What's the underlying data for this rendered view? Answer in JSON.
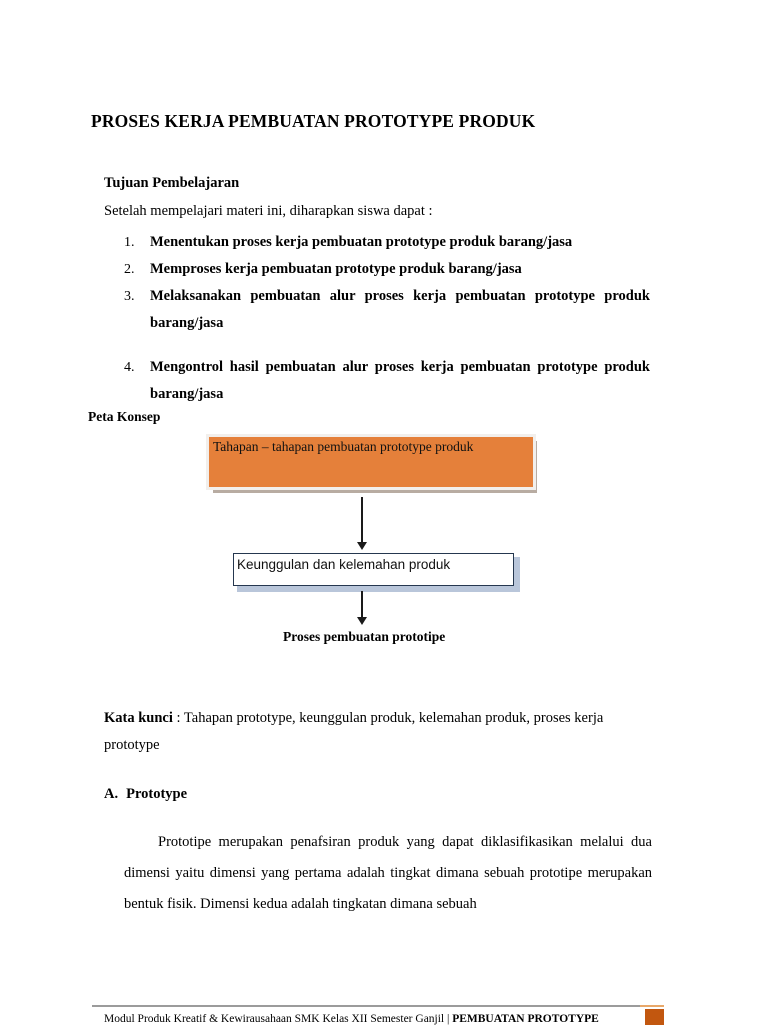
{
  "document": {
    "title": "PROSES KERJA PEMBUATAN PROTOTYPE PRODUK"
  },
  "objectives": {
    "heading": "Tujuan Pembelajaran",
    "intro": "Setelah mempelajari  materi ini, diharapkan siswa dapat :",
    "items": [
      {
        "number": "1.",
        "text": "Menentukan proses kerja pembuatan prototype produk barang/jasa"
      },
      {
        "number": "2.",
        "text": "Memproses kerja pembuatan prototype produk barang/jasa"
      },
      {
        "number": "3.",
        "text": "Melaksanakan pembuatan alur proses kerja pembuatan prototype produk barang/jasa"
      },
      {
        "number": "4.",
        "text": "Mengontrol hasil pembuatan alur proses kerja pembuatan prototype produk barang/jasa"
      }
    ]
  },
  "concept_map": {
    "heading": "Peta Konsep",
    "node_1": "Tahapan – tahapan pembuatan prototype produk",
    "node_2": "Keunggulan dan kelemahan produk",
    "node_3": "Proses pembuatan prototipe",
    "colors": {
      "node_1_fill": "#e5803a",
      "node_1_rim": "#f2efec",
      "node_1_shadow": "#b8aca2",
      "node_2_fill": "#ffffff",
      "node_2_border": "#25374f",
      "node_2_shadow": "#b9c6da",
      "arrow": "#1a1a1a"
    }
  },
  "keywords": {
    "label": "Kata kunci",
    "separator": " : ",
    "text": "Tahapan prototype, keunggulan produk, kelemahan produk, proses kerja prototype"
  },
  "section_a": {
    "letter": "A.",
    "title": "Prototype",
    "paragraph": "Prototipe merupakan penafsiran produk yang dapat diklasifikasikan melalui dua dimensi yaitu dimensi yang pertama adalah tingkat dimana sebuah prototipe merupakan bentuk fisik. Dimensi kedua adalah tingkatan dimana  sebuah"
  },
  "footer": {
    "left_text": "Modul Produk Kreatif & Kewirausahaan SMK Kelas XII Semester Ganjil",
    "separator": " | ",
    "right_text": "PEMBUATAN PROTOTYPE",
    "accent_color": "#c2570f"
  }
}
